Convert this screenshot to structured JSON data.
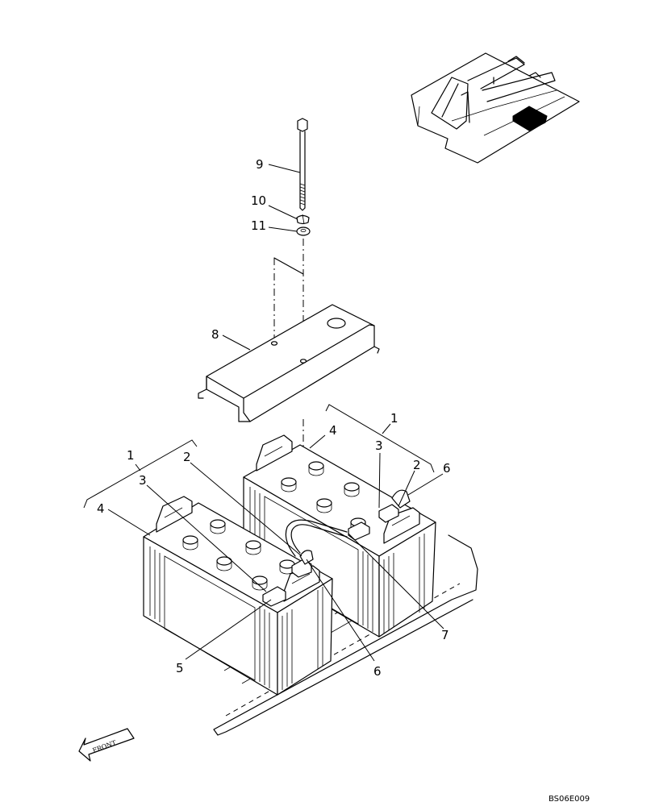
{
  "callouts": {
    "c1_right": "1",
    "c1_left": "1",
    "c2_left": "2",
    "c2_right": "2",
    "c3_left": "3",
    "c3_right": "3",
    "c4_left": "4",
    "c4_right": "4",
    "c5": "5",
    "c6_right": "6",
    "c6_bottom": "6",
    "c7": "7",
    "c8": "8",
    "c9": "9",
    "c10": "10",
    "c11": "11"
  },
  "front_arrow_label": "FRONT",
  "drawing_code": "BS06E009"
}
